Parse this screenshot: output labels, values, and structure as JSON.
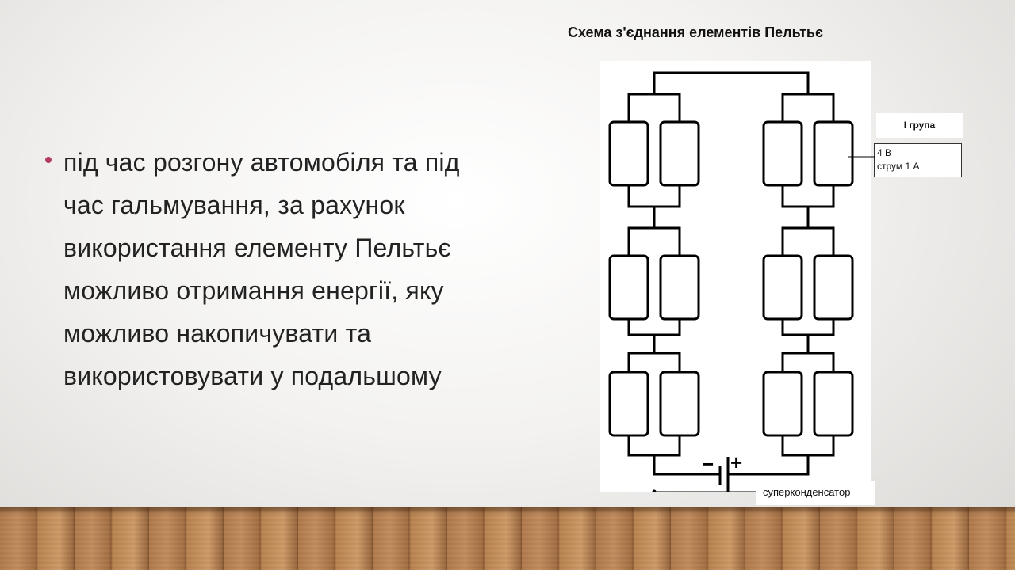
{
  "slide": {
    "bullet_text": "під час розгону автомобіля та під\nчас гальмування, за рахунок\nвикористання елементу Пельтьє\nможливо отримання енергії, яку\nможливо накопичувати та\nвикористовувати у подальшому",
    "bullet_color": "#b23b63"
  },
  "diagram": {
    "title": "Схема з'єднання елементів Пельтьє",
    "group_label": "І група",
    "voltage": "4 В",
    "current": "струм 1 А",
    "capacitor_label": "суперконденсатор",
    "battery_minus": "−",
    "battery_plus": "+"
  }
}
